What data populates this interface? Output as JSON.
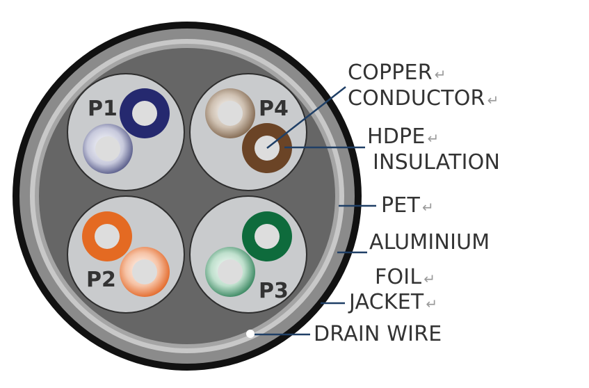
{
  "pairs": {
    "p1": "P1",
    "p2": "P2",
    "p3": "P3",
    "p4": "P4"
  },
  "labels": {
    "copper_1": "COPPER",
    "copper_2": "CONDUCTOR",
    "hdpe_1": "HDPE",
    "hdpe_2": "INSULATION",
    "pet": "PET",
    "aluminium_1": "ALUMINIUM",
    "aluminium_2": "FOIL",
    "jacket": "JACKET",
    "drain": "DRAIN WIRE"
  },
  "paragraph_mark": "↵",
  "colors": {
    "outer_black": "#111111",
    "jacket_gray": "#8b8b8b",
    "foil_light": "#c8c8c8",
    "inner_dark": "#666666",
    "pair_fill": "#c9cbcd",
    "blue": "#25296f",
    "blue_white": "#9fa3c2",
    "brown": "#6b4426",
    "brown_white": "#b39f8b",
    "orange": "#e46a22",
    "orange_white": "#f0a27a",
    "green": "#0e6b3c",
    "green_white": "#8fc7aa",
    "conductor": "#dddddd",
    "leader": "#1f3f66"
  }
}
